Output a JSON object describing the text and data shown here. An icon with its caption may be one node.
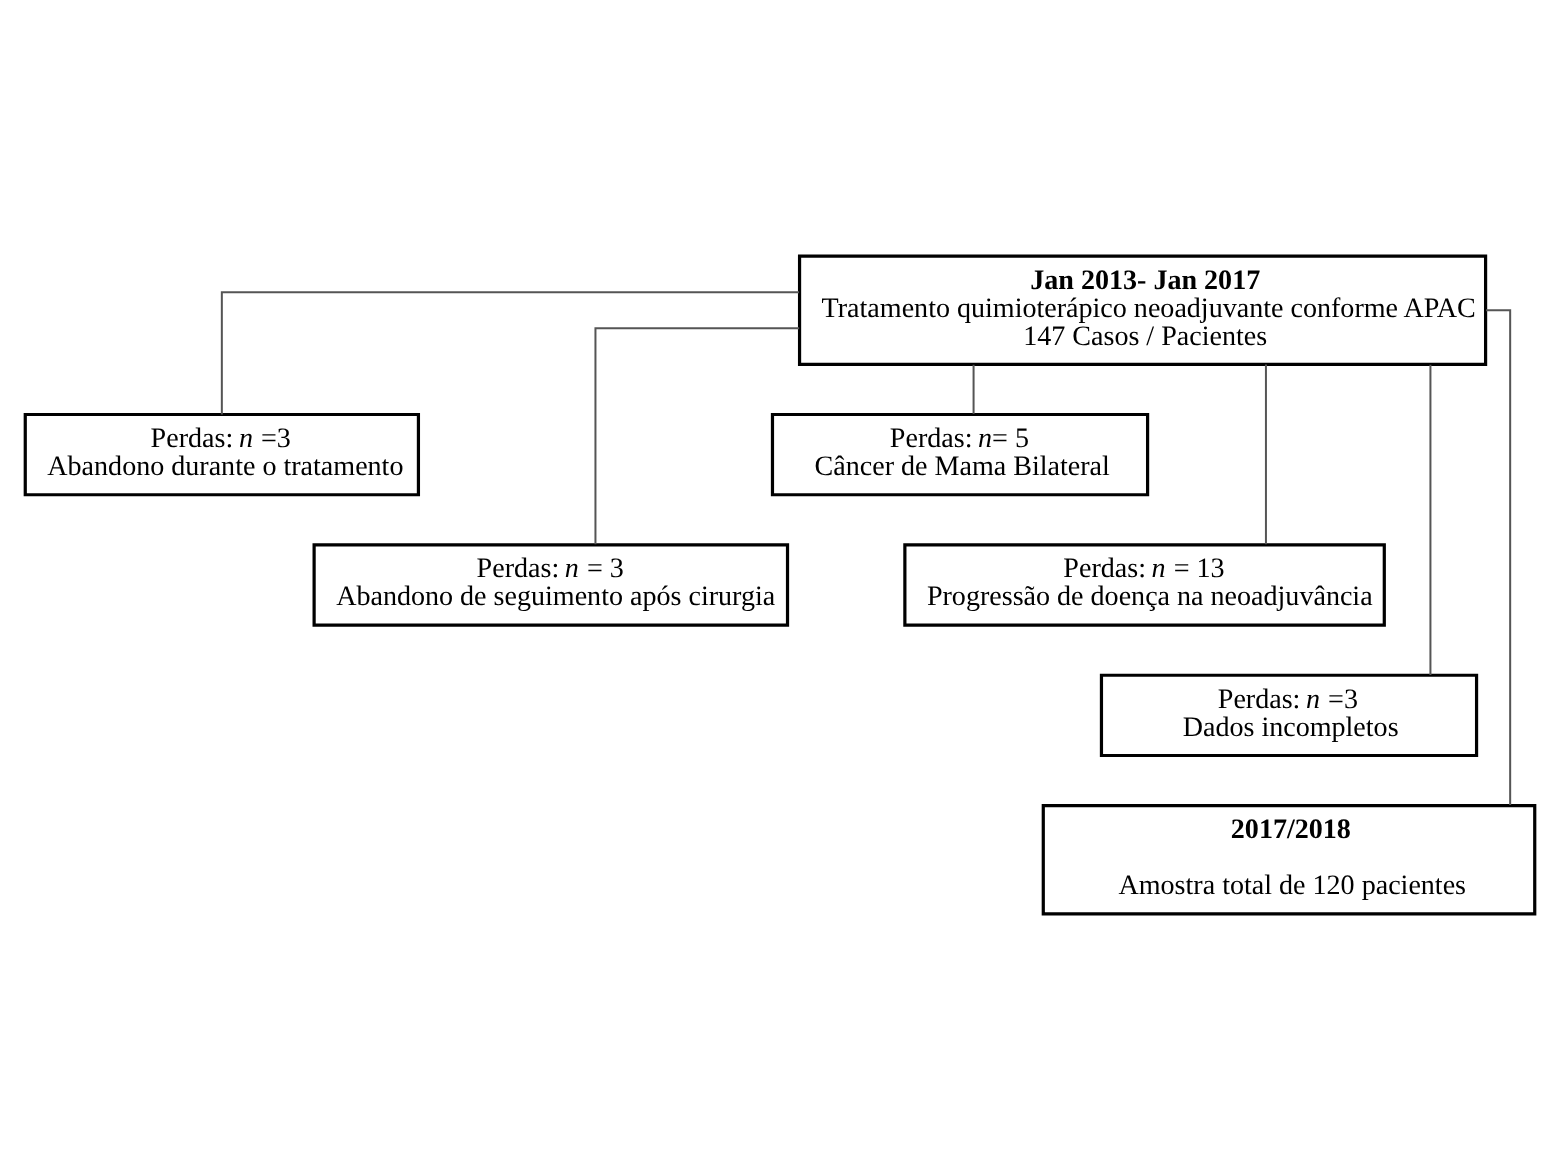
{
  "diagram": {
    "nodes": [
      {
        "text": [
          "Jan 2013- Jan 2017",
          "Tratamento quimioterápico neoadjuvante conforme APAC",
          "147 Casos / Pacientes"
        ]
      },
      {
        "text": [
          "Perdas: *n*= 5",
          "Câncer de Mama Bilateral"
        ]
      },
      {
        "text": [
          "Perdas: *n* =3",
          "Abandono durante o tratamento"
        ]
      },
      {
        "text": [
          "Perdas: *n* = 13",
          "Progressão de doença na neoadjuvância"
        ]
      },
      {
        "text": [
          "Perdas: *n* = 3",
          "Abandono de seguimento após cirurgia"
        ]
      },
      {
        "text": [
          "Perdas: *n* =3",
          "Dados incompletos"
        ]
      },
      {
        "text": [
          "2017/2018",
          "Amostra total de 120 pacientes"
        ]
      }
    ],
    "edges": [
      {
        "from": 0,
        "to": 1,
        "arrow": "none"
      },
      {
        "from": 0,
        "to": 2,
        "arrow": "none"
      },
      {
        "from": 0,
        "to": 3,
        "arrow": "none"
      },
      {
        "from": 0,
        "to": 4,
        "arrow": "none"
      },
      {
        "from": 0,
        "to": 5,
        "arrow": "none"
      },
      {
        "from": 0,
        "to": 6,
        "arrow": "none"
      }
    ]
  }
}
